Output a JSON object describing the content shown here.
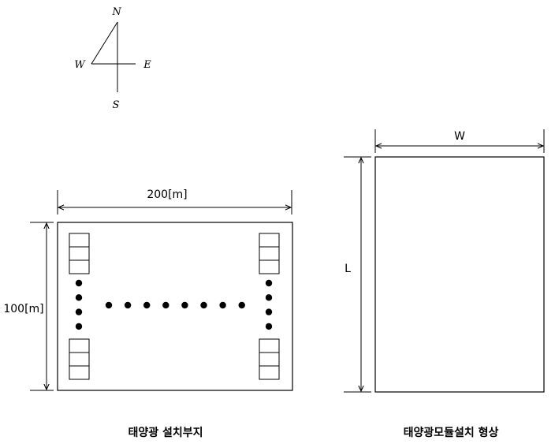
{
  "compass": {
    "north": "N",
    "south": "S",
    "east": "E",
    "west": "W"
  },
  "site": {
    "width_label": "200[m]",
    "height_label": "100[m]",
    "caption": "태양광 설치부지",
    "module_stacks": 4,
    "modules_per_stack": 3,
    "left_vertical_dots": 4,
    "right_vertical_dots": 4,
    "horizontal_dots": 8
  },
  "module": {
    "width_label": "W",
    "length_label": "L",
    "caption": "태양광모듈설치 형상"
  }
}
